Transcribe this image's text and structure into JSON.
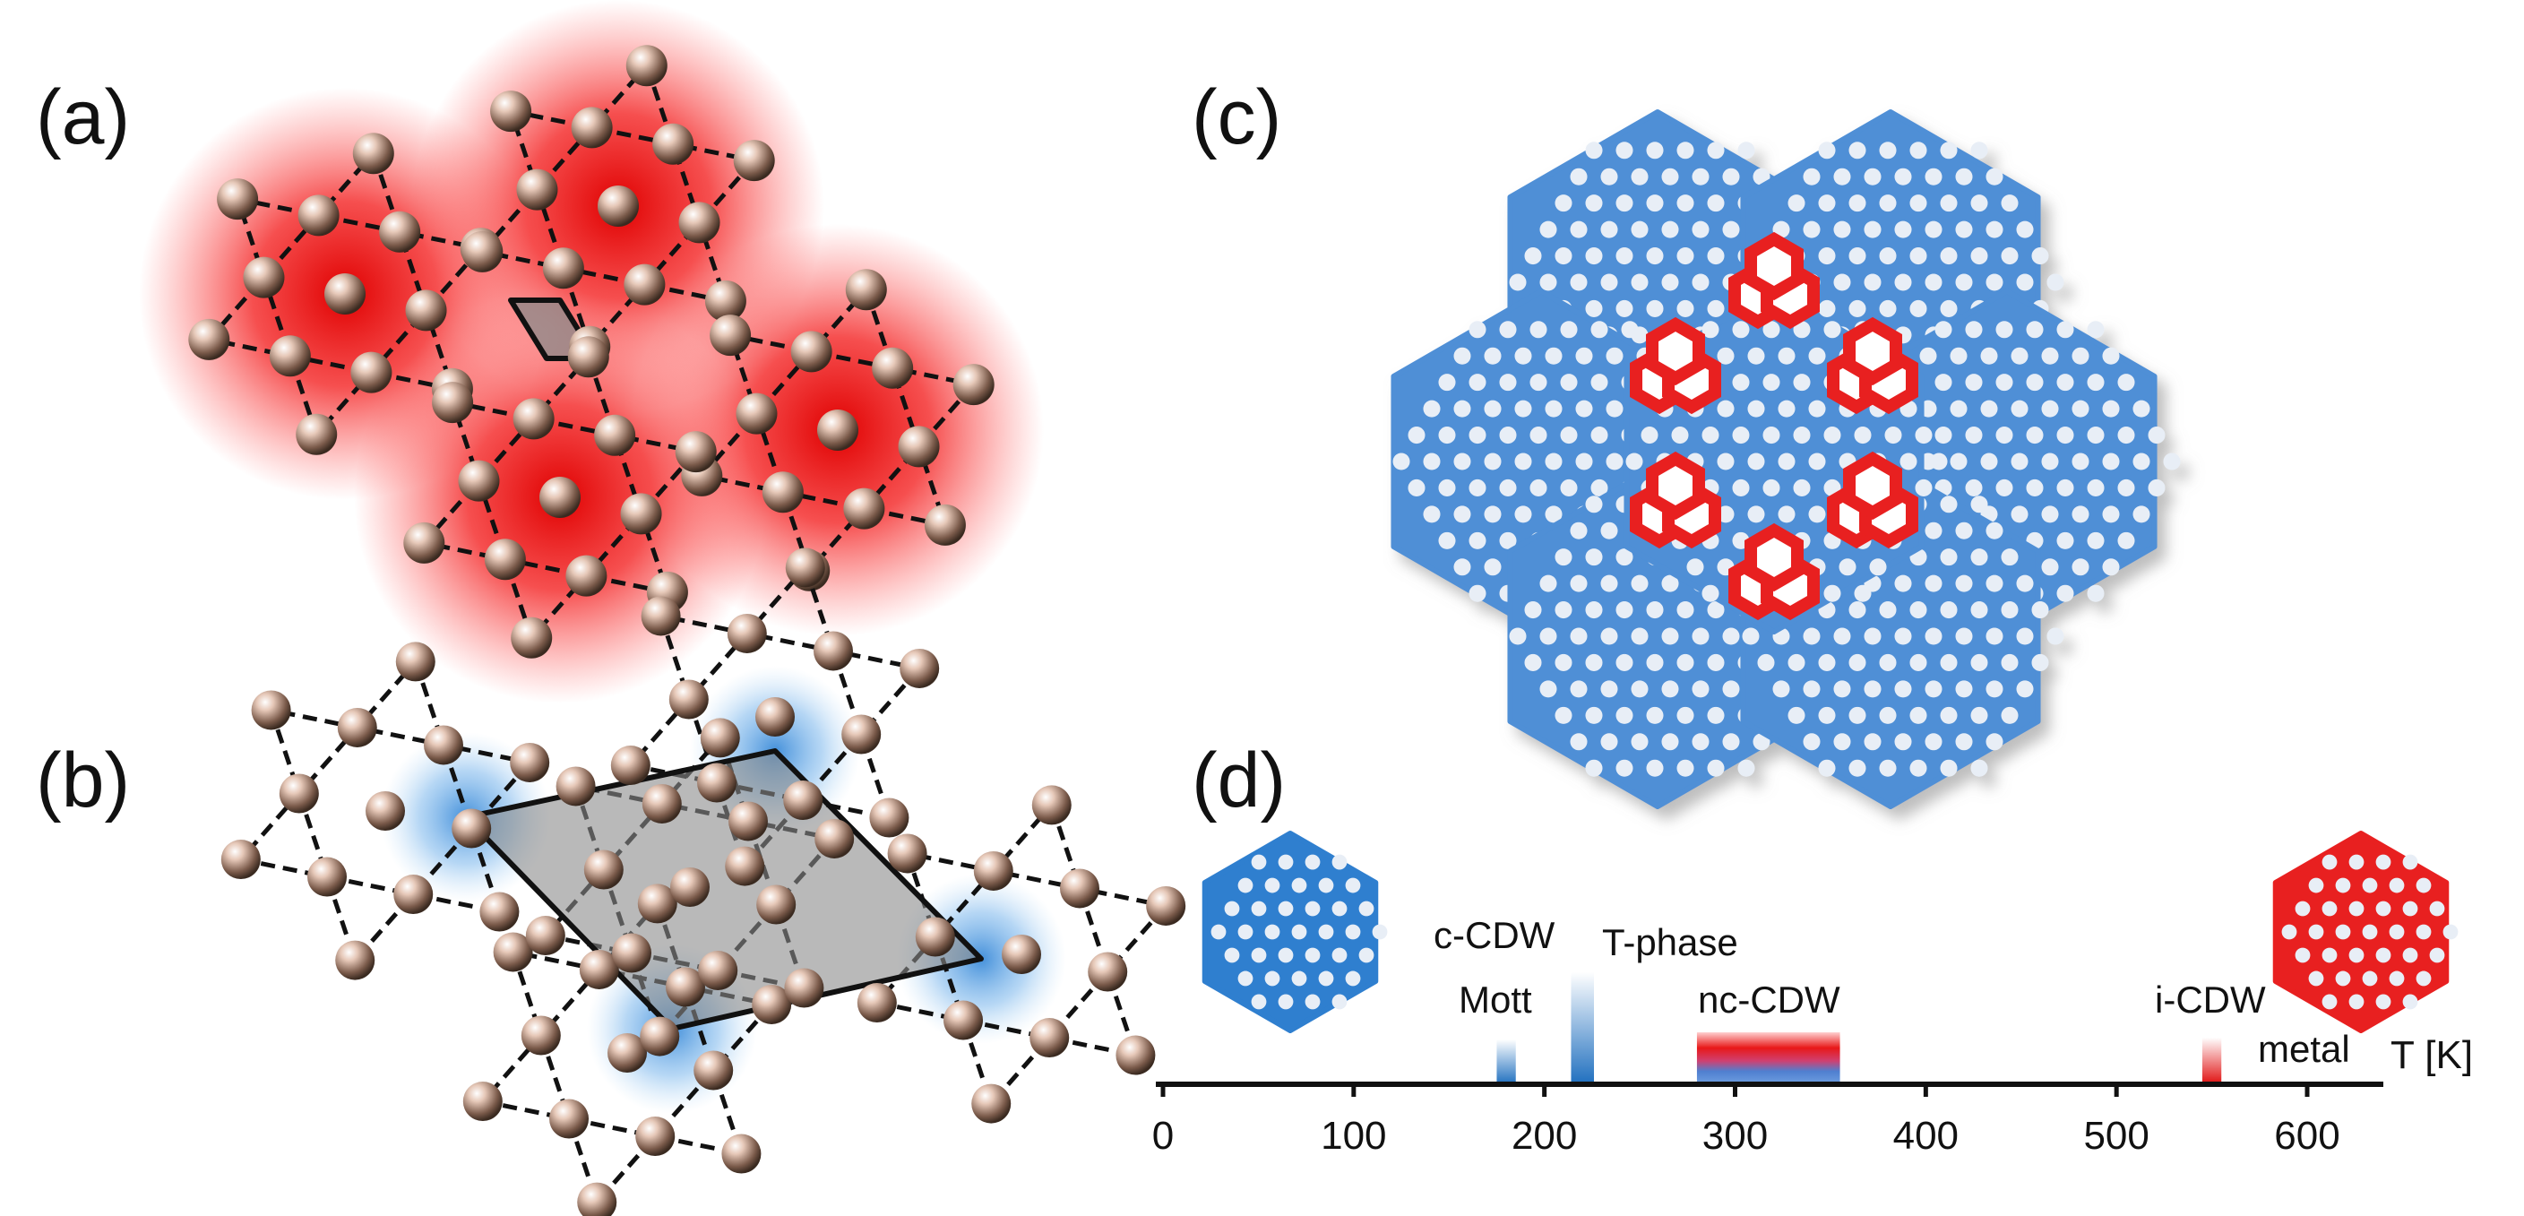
{
  "panel_labels": {
    "a": "(a)",
    "b": "(b)",
    "c": "(c)",
    "d": "(d)"
  },
  "colors": {
    "red": "#e82020",
    "blue": "#4f8fd6",
    "blue_dark": "#2f7fcf",
    "atom": "#7a5a4a"
  },
  "timeline": {
    "axis_title": "T [K]",
    "ticks": [
      "0",
      "100",
      "200",
      "300",
      "400",
      "500",
      "600"
    ],
    "tick_values": [
      0,
      100,
      200,
      300,
      400,
      500,
      600
    ],
    "labels": {
      "c_cdw": "c-CDW",
      "mott": "Mott",
      "t_phase": "T-phase",
      "nc_cdw": "nc-CDW",
      "i_cdw": "i-CDW",
      "metal": "metal"
    },
    "bands": [
      {
        "name": "mott",
        "from": 175,
        "to": 185,
        "kind": "blue"
      },
      {
        "name": "t-phase",
        "from": 214,
        "to": 226,
        "kind": "blue"
      },
      {
        "name": "nc-cdw",
        "from": 280,
        "to": 355,
        "kind": "both"
      },
      {
        "name": "i-cdw",
        "from": 545,
        "to": 555,
        "kind": "red"
      }
    ]
  }
}
